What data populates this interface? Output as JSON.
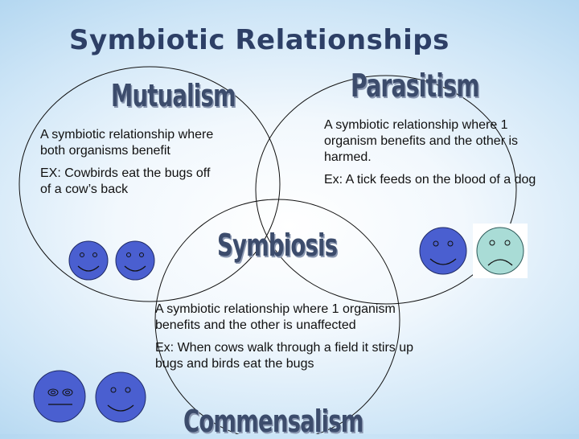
{
  "title": "Symbiotic Relationships",
  "labels": {
    "mutualism": "Mutualism",
    "parasitism": "Parasitism",
    "symbiosis": "Symbiosis",
    "commensalism": "Commensalism"
  },
  "mutualism": {
    "definition": "A symbiotic relationship where both organisms benefit",
    "example": "EX: Cowbirds eat the bugs off of a cow’s back"
  },
  "parasitism": {
    "definition": "A symbiotic relationship where 1 organism benefits and the other is harmed.",
    "example": "Ex: A tick feeds on the blood of a dog"
  },
  "commensalism": {
    "definition": "A symbiotic relationship where 1 organism benefits and the other is unaffected",
    "example": "Ex: When cows walk through a field it stirs up bugs and birds eat the bugs"
  },
  "colors": {
    "face_blue": "#4a5fd0",
    "face_sad": "#a9dcd6",
    "title": "#2d3f66",
    "wordart": "#3c4c6c"
  }
}
